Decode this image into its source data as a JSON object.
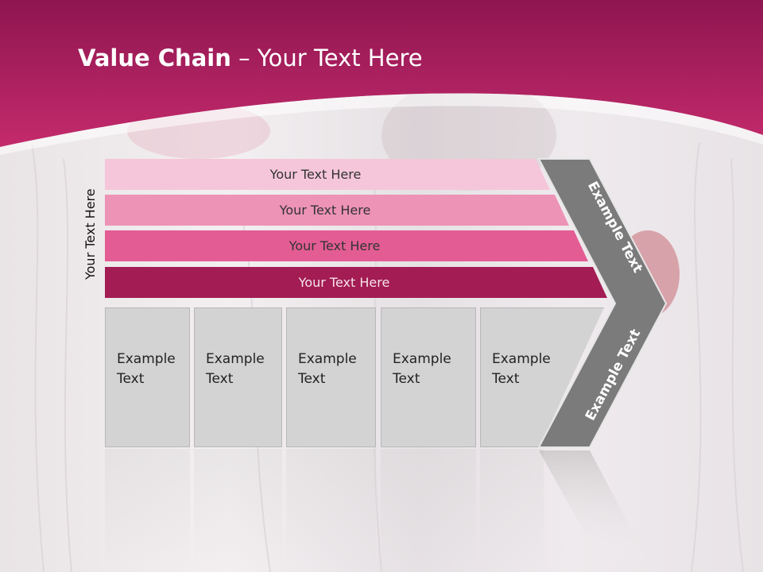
{
  "header": {
    "title_bold": "Value Chain",
    "title_rest": " – Your Text Here",
    "color": "#b3205f"
  },
  "side_label": "Your Text Here",
  "bars": [
    {
      "label": "Your Text Here",
      "color": "#f5c6d9"
    },
    {
      "label": "Your Text Here",
      "color": "#ed93b6"
    },
    {
      "label": "Your Text Here",
      "color": "#e35d94"
    },
    {
      "label": "Your Text Here",
      "color": "#a31c53"
    }
  ],
  "boxes": [
    {
      "line1": "Example",
      "line2": "Text"
    },
    {
      "line1": "Example",
      "line2": "Text"
    },
    {
      "line1": "Example",
      "line2": "Text"
    },
    {
      "line1": "Example",
      "line2": "Text"
    },
    {
      "line1": "Example",
      "line2": "Text"
    }
  ],
  "chevron": {
    "upper_label": "Example Text",
    "lower_label": "Example Text",
    "color": "#7a7a7a"
  }
}
